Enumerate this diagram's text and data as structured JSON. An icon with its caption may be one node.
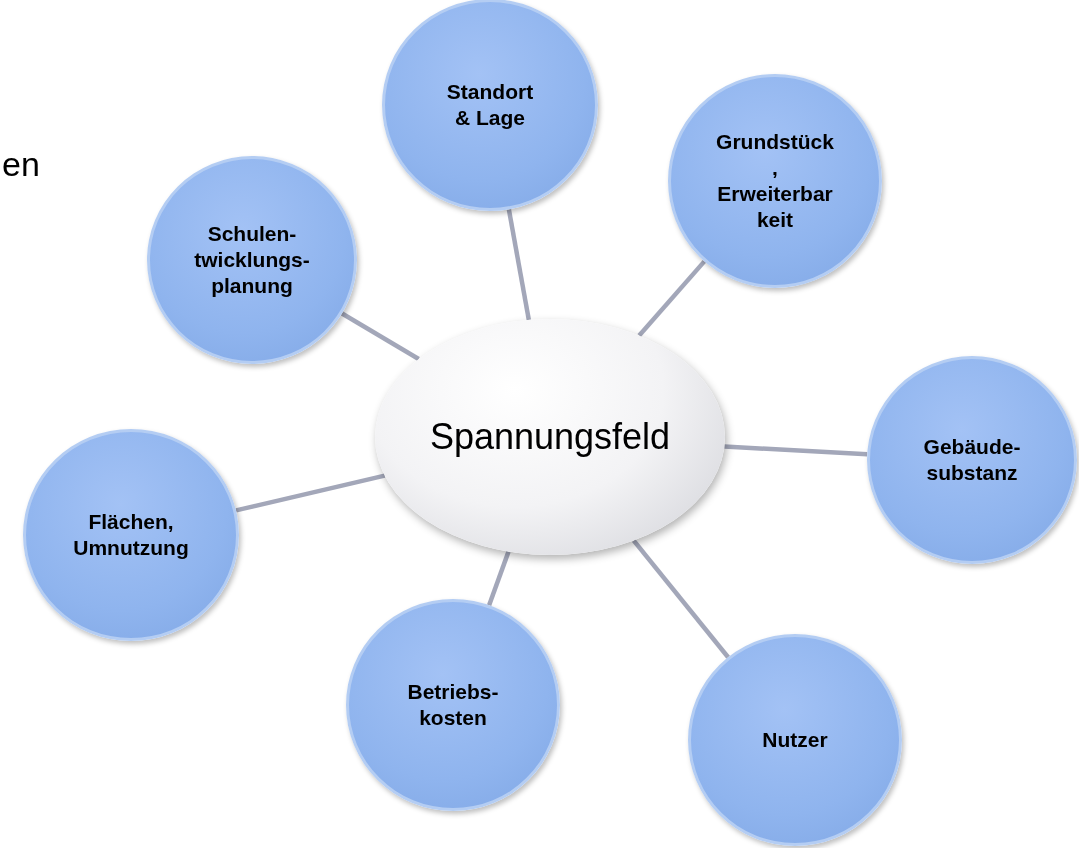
{
  "diagram": {
    "nodes": [
      {
        "text": [
          "Standort & Lage"
        ]
      },
      {
        "text": [
          "Grundstück , Erweiterbar keit"
        ]
      },
      {
        "text": [
          "Schulen- twicklungs- planung"
        ]
      },
      {
        "text": [
          "Spannungsfeld"
        ]
      },
      {
        "text": [
          "Gebäude- substanz"
        ]
      },
      {
        "text": [
          "Flächen, Umnutzung"
        ]
      },
      {
        "text": [
          "Betriebs- kosten"
        ]
      },
      {
        "text": [
          "Nutzer"
        ]
      }
    ],
    "edges": [
      {
        "from": 3,
        "to": 0,
        "arrow": "none"
      },
      {
        "from": 3,
        "to": 1,
        "arrow": "none"
      },
      {
        "from": 3,
        "to": 2,
        "arrow": "none"
      },
      {
        "from": 3,
        "to": 4,
        "arrow": "none"
      },
      {
        "from": 3,
        "to": 5,
        "arrow": "none"
      },
      {
        "from": 3,
        "to": 6,
        "arrow": "none"
      },
      {
        "from": 3,
        "to": 7,
        "arrow": "none"
      }
    ],
    "labels": [
      "en"
    ]
  }
}
